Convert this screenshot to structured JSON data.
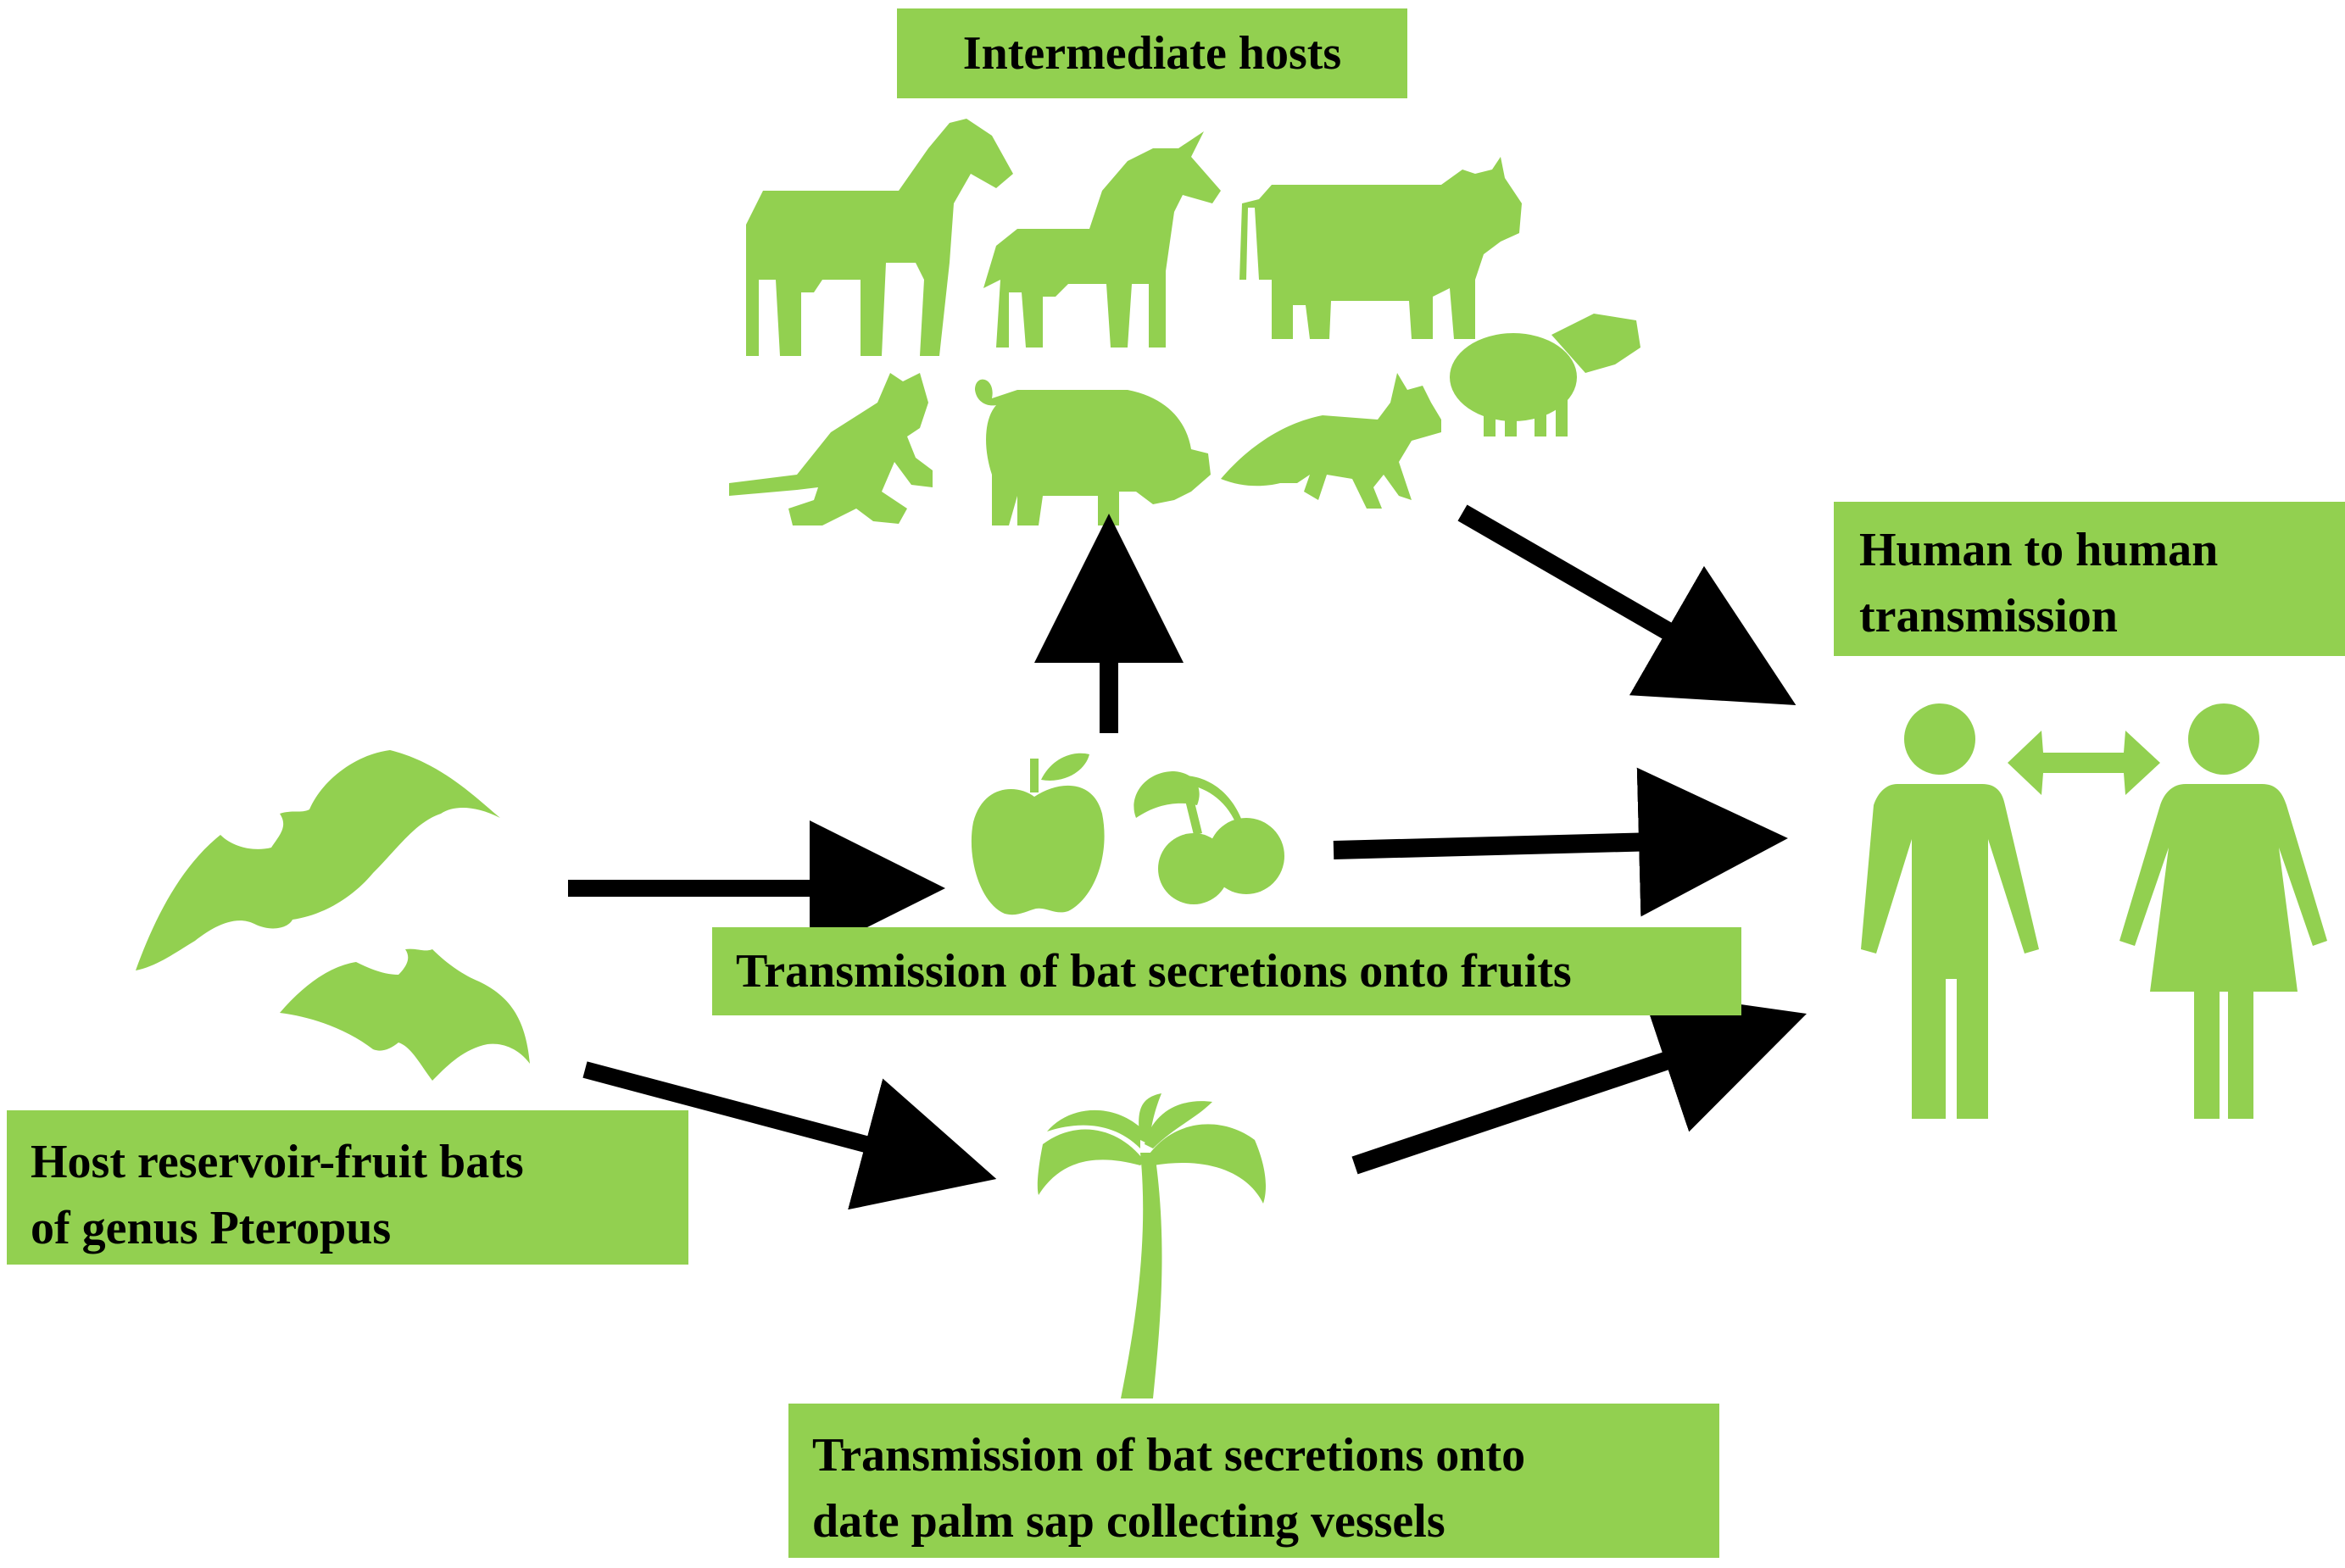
{
  "colors": {
    "accent_green": "#92d050",
    "arrow": "#000000",
    "background": "#ffffff"
  },
  "labels": {
    "intermediate_hosts": "Intermediate hosts",
    "human_line1": "Human to human",
    "human_line2": "transmission",
    "fruits": "Transmission of bat secretions onto fruits",
    "host_line1": "Host reservoir-fruit bats",
    "host_line2": "of genus Pteropus",
    "palm_line1": "Transmission of bat secretions onto",
    "palm_line2": "date palm sap collecting vessels"
  },
  "icons": {
    "intermediate_hosts": [
      "horse-icon",
      "pony-icon",
      "cow-icon",
      "sheep-icon",
      "cat-icon",
      "pig-icon",
      "fox-icon"
    ],
    "bats": [
      "bat-icon",
      "bat-icon"
    ],
    "fruits": [
      "apple-icon",
      "cherries-icon"
    ],
    "palm": "palm-tree-icon",
    "humans": [
      "man-icon",
      "woman-icon"
    ]
  },
  "edges": [
    {
      "from": "bats",
      "to": "fruits"
    },
    {
      "from": "bats",
      "to": "palm"
    },
    {
      "from": "fruits",
      "to": "intermediate_hosts"
    },
    {
      "from": "fruits",
      "to": "humans"
    },
    {
      "from": "intermediate_hosts",
      "to": "humans"
    },
    {
      "from": "palm",
      "to": "humans"
    },
    {
      "from": "man",
      "to": "woman",
      "bidirectional": true
    }
  ]
}
